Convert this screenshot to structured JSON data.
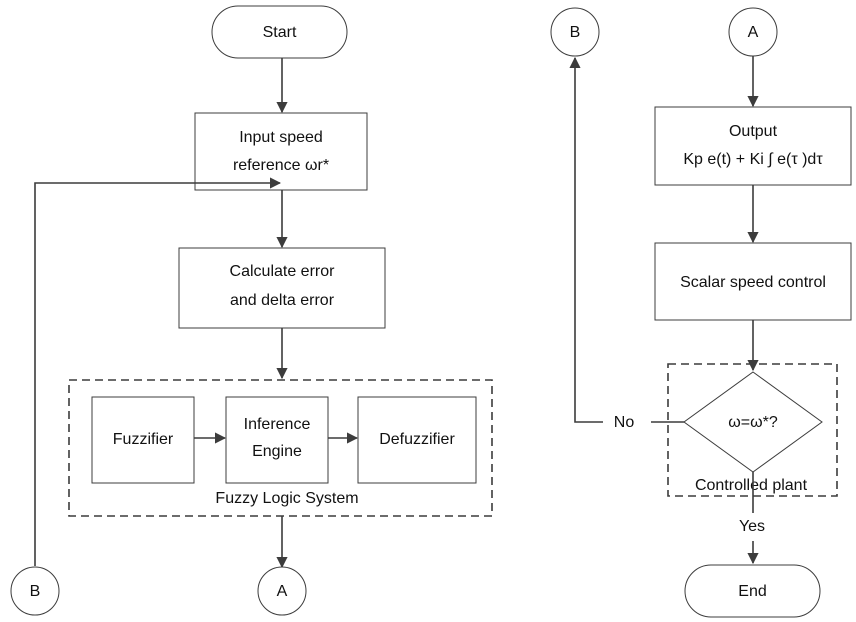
{
  "flowchart": {
    "left": {
      "start": "Start",
      "input": [
        "Input speed",
        "reference ωr*"
      ],
      "calc": [
        "Calculate error",
        "and delta error"
      ],
      "fuzzy_group_label": "Fuzzy Logic System",
      "fuzzifier": "Fuzzifier",
      "inference": [
        "Inference",
        "Engine"
      ],
      "defuzzifier": "Defuzzifier",
      "connector_out": "A",
      "connector_in": "B"
    },
    "right": {
      "connector_b": "B",
      "connector_a": "A",
      "output": [
        "Output",
        "Kp e(t) + Ki ∫ e(τ )dτ"
      ],
      "scalar": "Scalar speed control",
      "decision": "ω=ω*?",
      "plant_group_label": "Controlled plant",
      "no_label": "No",
      "yes_label": "Yes",
      "end": "End"
    }
  },
  "colors": {
    "stroke": "#3c3c3c",
    "text": "#111111",
    "background": "#ffffff"
  }
}
